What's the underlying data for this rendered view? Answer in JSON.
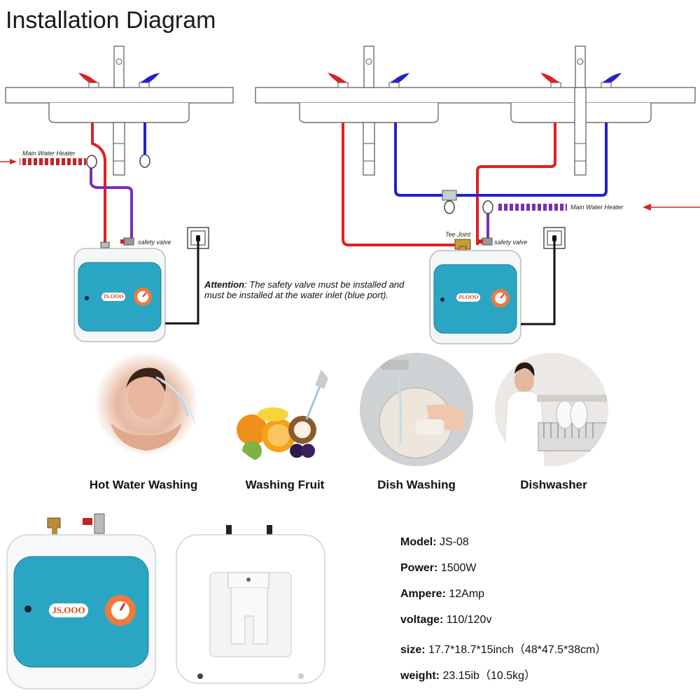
{
  "title": "Installation Diagram",
  "diagram": {
    "main_water_heater_left": "Main Water Heater",
    "main_water_heater_right": "Main Water Heater",
    "safety_valve_left": "safety valve",
    "safety_valve_right": "safety valve",
    "tee_joint": "Tee Joint",
    "heater_logo_left": "JS.OOO",
    "heater_logo_right": "JS.OOO",
    "attention_head": "Attention",
    "attention_text": ": The safety valve must be installed and must be installed at the water inlet (blue port).",
    "colors": {
      "hot": "#e02020",
      "cold": "#1e22d0",
      "mixed": "#7a2fb0",
      "heater_teal": "#2aa6c4"
    }
  },
  "usage": [
    {
      "label": "Hot Water Washing"
    },
    {
      "label": "Washing Fruit"
    },
    {
      "label": "Dish Washing"
    },
    {
      "label": "Dishwasher"
    }
  ],
  "product": {
    "front_logo": "JS.OOO"
  },
  "specs": [
    {
      "key": "Model:",
      "value": "JS-08"
    },
    {
      "key": "Power:",
      "value": "1500W"
    },
    {
      "key": "Ampere:",
      "value": "12Amp"
    },
    {
      "key": "voltage:",
      "value": "110/120v"
    },
    {
      "key": "size:",
      "value": "17.7*18.7*15inch（48*47.5*38cm）"
    },
    {
      "key": "weight:",
      "value": "23.15ib（10.5kg）"
    }
  ]
}
